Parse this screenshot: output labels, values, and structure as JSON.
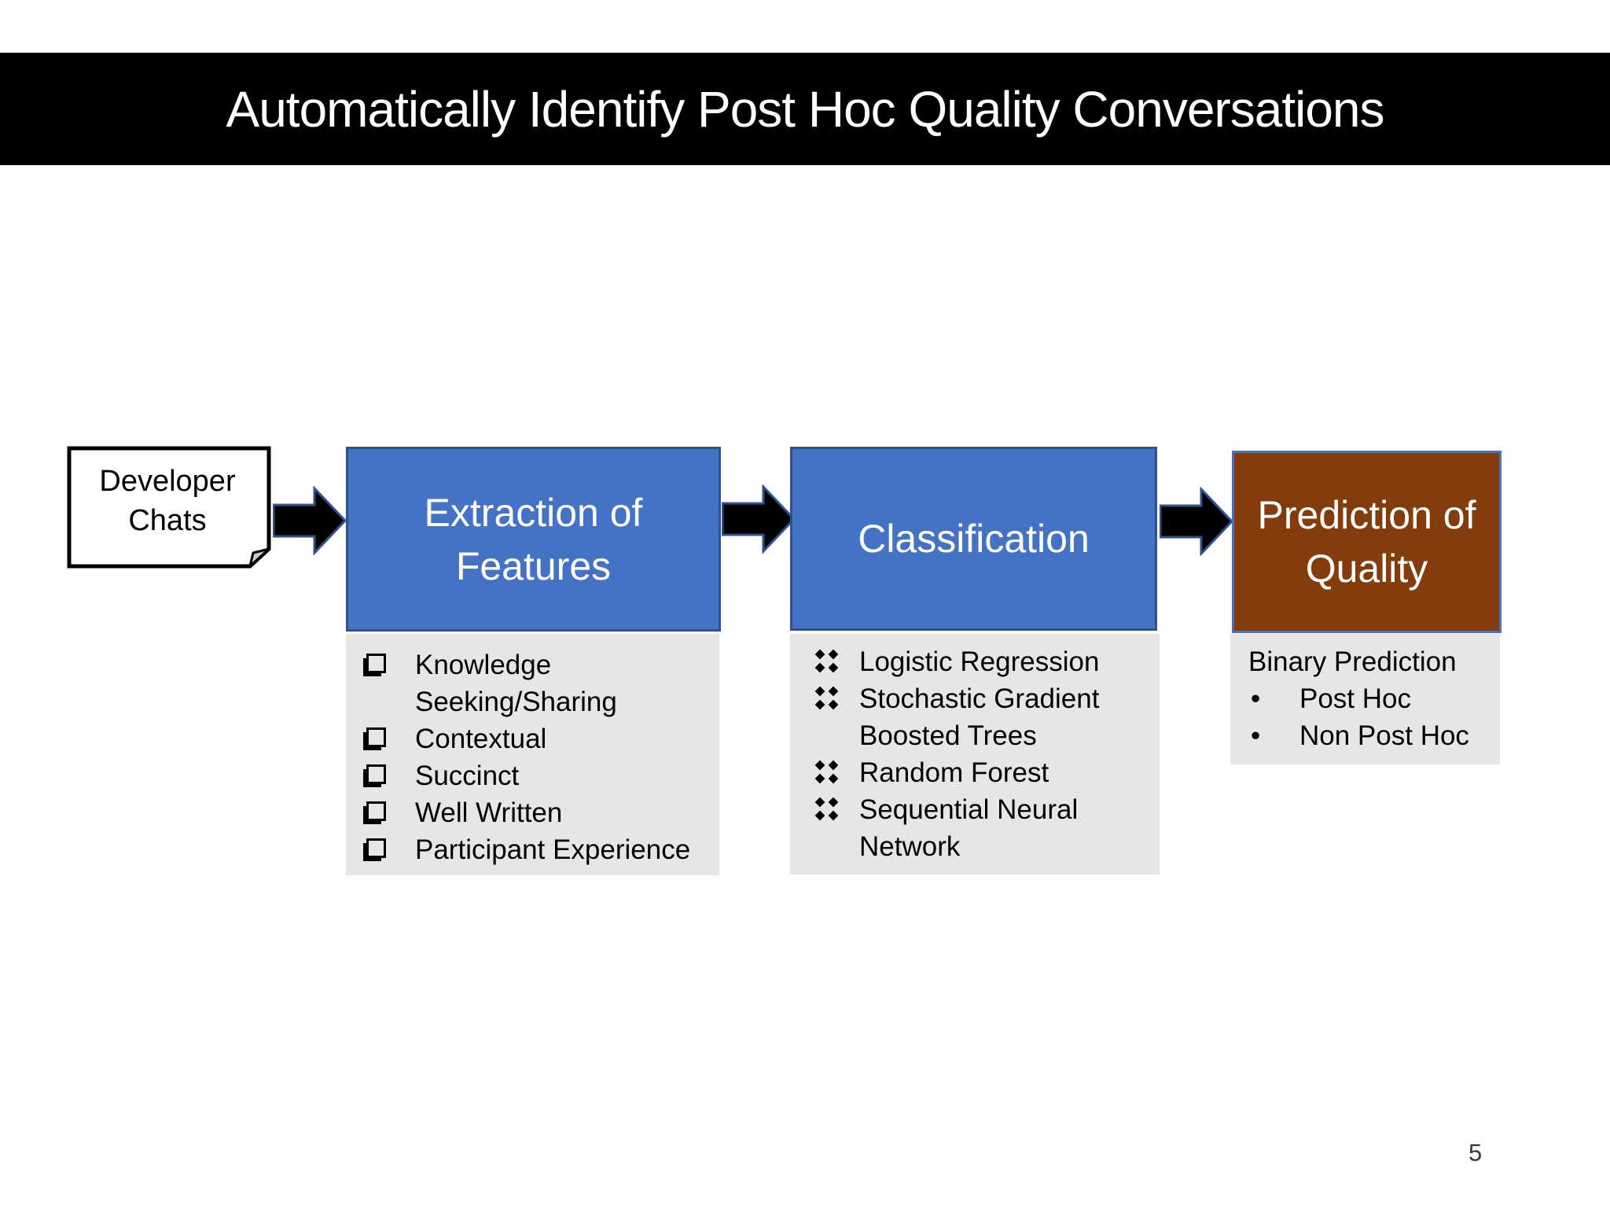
{
  "slide": {
    "title": "Automatically Identify Post Hoc Quality Conversations",
    "page_number": "5"
  },
  "flow": {
    "source": {
      "label": "Developer Chats"
    },
    "stages": [
      {
        "title": "Extraction of Features",
        "bullet_style": "checkbox",
        "items": [
          "Knowledge Seeking/Sharing",
          "Contextual",
          "Succinct",
          "Well Written",
          "Participant Experience"
        ]
      },
      {
        "title": "Classification",
        "bullet_style": "four-diamond",
        "items": [
          "Logistic Regression",
          "Stochastic Gradient Boosted Trees",
          "Random Forest",
          "Sequential Neural Network"
        ]
      },
      {
        "title": "Prediction of Quality",
        "bullet_style": "dot",
        "list_header": "Binary Prediction",
        "items": [
          "Post Hoc",
          "Non Post Hoc"
        ]
      }
    ]
  },
  "colors": {
    "title_bar": "#000000",
    "stage_blue": "#4472C4",
    "stage_blue_border": "#2F528F",
    "stage_brown": "#843C0C",
    "panel_gray": "#E7E6E6",
    "arrow_fill": "#000000",
    "arrow_outline": "#2F528F"
  }
}
